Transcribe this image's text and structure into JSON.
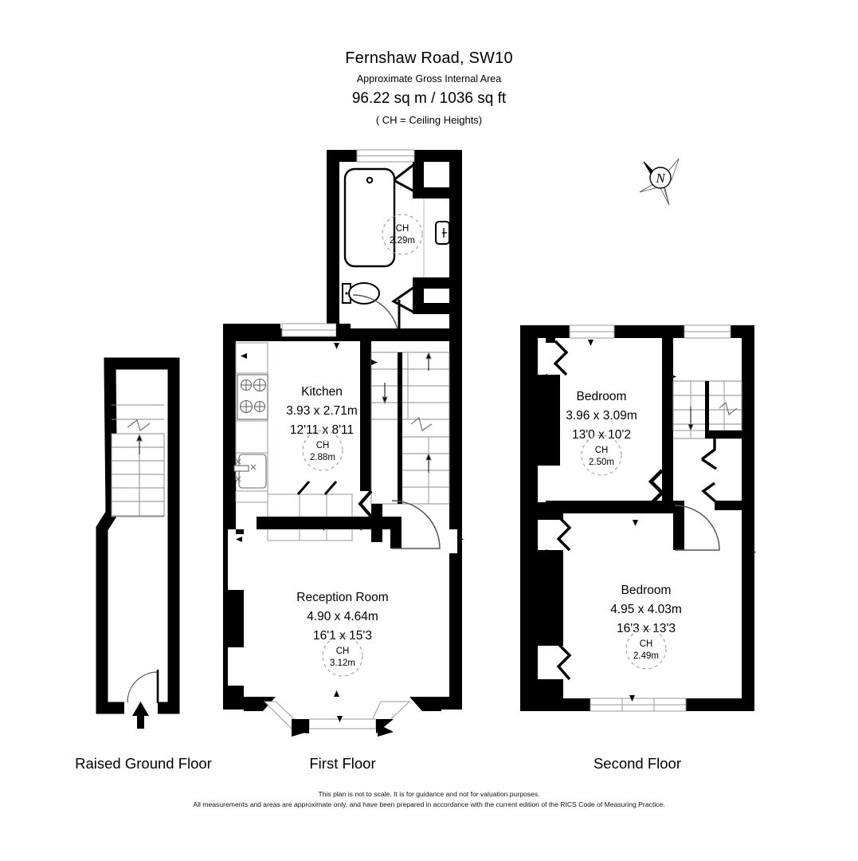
{
  "header": {
    "title": "Fernshaw Road, SW10",
    "subtitle": "Approximate Gross Internal Area",
    "area": "96.22 sq m /  1036 sq ft",
    "note": "( CH = Ceiling Heights)"
  },
  "compass": {
    "label": "N",
    "name": "compass-rose"
  },
  "floors": [
    {
      "id": "raised-ground",
      "label": "Raised Ground Floor"
    },
    {
      "id": "first",
      "label": "First Floor"
    },
    {
      "id": "second",
      "label": "Second Floor"
    }
  ],
  "rooms": {
    "kitchen": {
      "name": "Kitchen",
      "metric": "3.93 x 2.71m",
      "imperial": "12'11 x 8'11",
      "ch_label": "CH",
      "ch_value": "2.88m"
    },
    "reception": {
      "name": "Reception Room",
      "metric": "4.90 x 4.64m",
      "imperial": "16'1 x 15'3",
      "ch_label": "CH",
      "ch_value": "3.12m"
    },
    "bathroom": {
      "name": "",
      "metric": "",
      "imperial": "",
      "ch_label": "CH",
      "ch_value": "2.29m"
    },
    "bedroom1": {
      "name": "Bedroom",
      "metric": "3.96 x 3.09m",
      "imperial": "13'0 x 10'2",
      "ch_label": "CH",
      "ch_value": "2.50m"
    },
    "bedroom2": {
      "name": "Bedroom",
      "metric": "4.95 x 4.03m",
      "imperial": "16'3 x 13'3",
      "ch_label": "CH",
      "ch_value": "2.49m"
    }
  },
  "footer": {
    "line1": "This plan is not to scale. It is for guidance and not for valuation purposes.",
    "line2": "All measurements and areas are approximate only, and have been prepared in accordance with the current edition of the RICS Code of Measuring Practice."
  },
  "colors": {
    "wall": "#000000",
    "room_fill": "#ffffff",
    "thin_line": "#808080",
    "page": "#ffffff"
  }
}
